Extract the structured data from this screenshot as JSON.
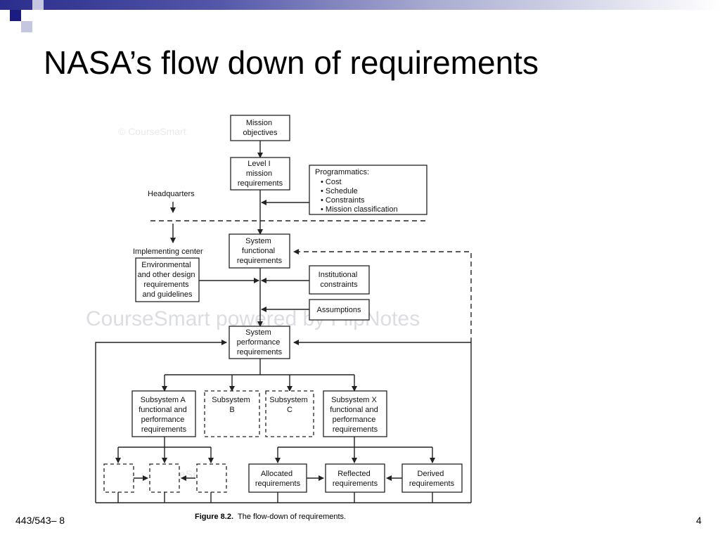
{
  "slide": {
    "title": "NASA’s flow down of requirements",
    "footer_left": "443/543– 8",
    "page_number": "4"
  },
  "figure": {
    "caption_label": "Figure 8.2.",
    "caption_text": "The flow-down of requirements.",
    "watermark_top": "© CourseSmart",
    "watermark_mid": "CourseSmart powered by FlipNotes",
    "watermark_bottom": "CourseSmart",
    "nodes": {
      "mission_objectives": [
        "Mission",
        "objectives"
      ],
      "level1": [
        "Level I",
        "mission",
        "requirements"
      ],
      "programmatics": [
        "Programmatics:",
        "• Cost",
        "• Schedule",
        "• Constraints",
        "• Mission classification"
      ],
      "system_functional": [
        "System",
        "functional",
        "requirements"
      ],
      "environmental": [
        "Environmental",
        "and other design",
        "requirements",
        "and guidelines"
      ],
      "institutional": [
        "Institutional",
        "constraints"
      ],
      "assumptions": [
        "Assumptions"
      ],
      "system_performance": [
        "System",
        "performance",
        "requirements"
      ],
      "subsystem_a": [
        "Subsystem A",
        "functional and",
        "performance",
        "requirements"
      ],
      "subsystem_b": [
        "Subsystem",
        "B"
      ],
      "subsystem_c": [
        "Subsystem",
        "C"
      ],
      "subsystem_x": [
        "Subsystem X",
        "functional and",
        "performance",
        "requirements"
      ],
      "allocated": [
        "Allocated",
        "requirements"
      ],
      "reflected": [
        "Reflected",
        "requirements"
      ],
      "derived": [
        "Derived",
        "requirements"
      ]
    },
    "labels": {
      "headquarters": "Headquarters",
      "implementing_center": "Implementing center"
    }
  }
}
